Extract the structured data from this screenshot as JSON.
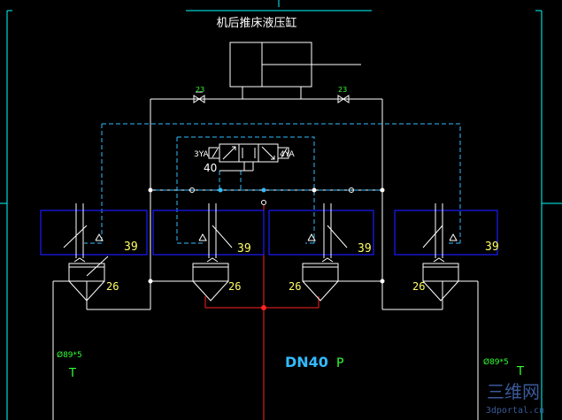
{
  "title": "机后推床液压缸",
  "valve": {
    "left_solenoid": "3YA",
    "right_solenoid": "4YA",
    "number": "40"
  },
  "restrictors": {
    "left": "23",
    "right": "23"
  },
  "valve_blocks": [
    {
      "label": "39"
    },
    {
      "label": "39"
    },
    {
      "label": "39"
    },
    {
      "label": "39"
    }
  ],
  "cartridges": [
    {
      "label": "26"
    },
    {
      "label": "26"
    },
    {
      "label": "26"
    },
    {
      "label": "26"
    }
  ],
  "pipes": {
    "tank_left_size": "Ø89*5",
    "tank_left_port": "T",
    "tank_right_size": "Ø89*5",
    "tank_right_port": "T",
    "pressure_size": "DN40",
    "pressure_port": "P"
  },
  "watermark": {
    "logo": "三维网",
    "url": "3dportal.cn"
  },
  "colors": {
    "frame": "#00ffff",
    "pipe": "#ffffff",
    "pilot": "#33bbff",
    "block": "#1a1aff",
    "pressure": "#ff2222",
    "restrictor_text": "#33ff33",
    "dn_text": "#3399ff"
  }
}
